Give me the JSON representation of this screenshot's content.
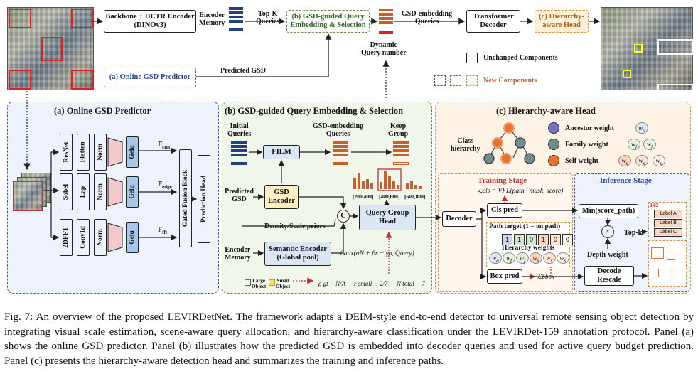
{
  "top": {
    "backbone": "Backbone + DETR Encoder",
    "backbone_sub": "(DINOv3)",
    "encoder_memory": "Encoder\nMemory",
    "topk_queries": "Top-K\nQueries",
    "gsd_guided": "(b) GSD-guided Query\nEmbedding & Selection",
    "dynamic_query": "Dynamic\nQuery number",
    "gsd_embedding_queries": "GSD-embedding\nQueries",
    "transformer_decoder": "Transformer\nDecoder",
    "hierarchy_head": "(c) Hierarchy-\naware Head",
    "online_gsd": "(a) Online GSD Predictor",
    "predicted_gsd": "Predicted GSD",
    "legend_unchanged": "Unchanged Components",
    "legend_new": "New Components"
  },
  "panel_a": {
    "title": "(a) Online GSD Predictor",
    "col1": [
      "ResNet",
      "Sobel",
      "2DFFT"
    ],
    "col2": [
      "Flatten",
      "Lap",
      "Conv1d"
    ],
    "norm": "Norm",
    "gelu": "Gelu",
    "f_cnn": "F",
    "f_cnn_sub": "cnn",
    "f_edge": "F",
    "f_edge_sub": "edge",
    "f_fft": "F",
    "f_fft_sub": "fft",
    "gated": "Gated Fusion Block",
    "pred_head": "Prediction Head"
  },
  "panel_b": {
    "title": "(b) GSD-guided Query Embedding & Selection",
    "initial_queries": "Initial\nQueries",
    "film": "FILM",
    "gsd_emb_queries": "GSD-embedding\nQueries",
    "keep_group": "Keep\nGroup",
    "predicted_gsd": "Predicted\nGSD",
    "gsd_encoder": "GSD\nEncoder",
    "density": "Density/Scale priors",
    "encoder_memory": "Encoder\nMemory",
    "semantic_encoder": "Semantic Encoder\n(Global pool)",
    "query_group_head": "Query Group\nHead",
    "loss": "ℒaux(αN + βr + γρ, Query)",
    "ranges": [
      "[200,400]",
      "[400,600]",
      "[600,800]"
    ],
    "large_object": "Large\nObject",
    "small_object": "Small\nObject",
    "rho": "ρ gt − N/A",
    "r_small": "r small − 2/7",
    "n_total": "N total − 7"
  },
  "panel_c": {
    "title": "(c) Hierarchy-aware Head",
    "class_hierarchy": "Class\nhierarchy",
    "ancestor_weight": "Ancestor weight",
    "family_weight": "Family weight",
    "self_weight": "Self weight",
    "training_stage": "Training Stage",
    "cls_loss": "ℒcls = VFL(path · mask, score)",
    "decoder": "Decoder",
    "cls_pred": "Cls pred",
    "path_target": "Path target (1 = on path)",
    "path_bits": [
      "1",
      "1",
      "0",
      "1",
      "0",
      "0"
    ],
    "hier_weights": "Hierarchy weights",
    "box_pred": "Box pred",
    "l_bbox": "ℒbbox",
    "inference_stage": "Inference Stage",
    "min_score": "Min(score_path)",
    "topk": "Top-k",
    "depth_weight": "Depth-weight",
    "decode_rescale": "Decode\nRescale",
    "labels": [
      "Label A",
      "Label B",
      "Label C"
    ],
    "score": "0.82"
  },
  "caption": "Fig. 7: An overview of the proposed LEVIRDetNet. The framework adapts a DEIM-style end-to-end detector to universal remote sensing object detection by integrating visual scale estimation, scene-aware query allocation, and hierarchy-aware classification under the LEVIRDet-159 annotation protocol. Panel (a) shows the online GSD predictor. Panel (b) illustrates how the predicted GSD is embedded into decoder queries and used for active query budget prediction. Panel (c) presents the hierarchy-aware detection head and summarizes the training and inference paths.",
  "colors": {
    "blue_panel": "#3d5aa8",
    "green_panel": "#5c8a4a",
    "orange_panel": "#d9903a",
    "query_blue": "#24407a",
    "query_orange": "#c8602a",
    "gsd_box": "#fbeec2",
    "qgh_box": "#dbe6f5",
    "pink": "#f3c9cc"
  }
}
